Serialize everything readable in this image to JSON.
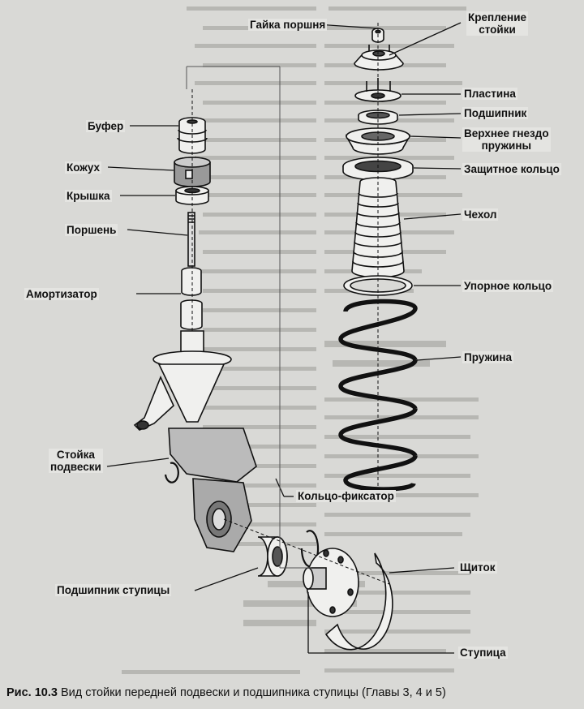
{
  "labels": {
    "piston_nut": "Гайка поршня",
    "strut_mount": "Крепление\nстойки",
    "plate": "Пластина",
    "bearing": "Подшипник",
    "upper_spring_seat": "Верхнее гнездо\nпружины",
    "protective_ring": "Защитное кольцо",
    "boot": "Чехол",
    "stop_ring": "Упорное кольцо",
    "spring": "Пружина",
    "bump_stop": "Буфер",
    "cover": "Кожух",
    "cap": "Крышка",
    "piston": "Поршень",
    "shock_absorber": "Амортизатор",
    "strut": "Стойка\nподвески",
    "retaining_ring": "Кольцо-фиксатор",
    "shield": "Щиток",
    "hub_bearing": "Подшипник ступицы",
    "hub": "Ступица"
  },
  "caption": {
    "number": "Рис. 10.3",
    "text": "Вид стойки передней подвески и подшипника ступицы (Главы 3, 4 и 5)"
  }
}
